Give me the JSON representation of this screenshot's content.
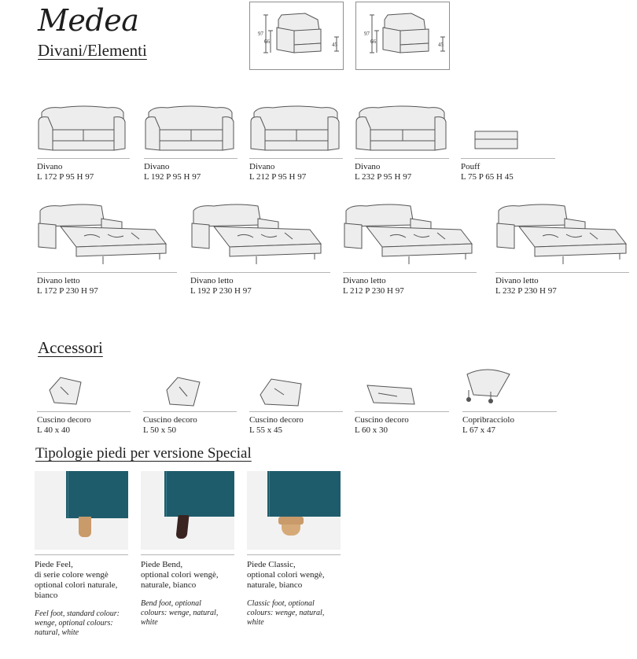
{
  "header": {
    "brand": "Medea",
    "section_title": "Divani/Elementi"
  },
  "elements": {
    "dimensions": [
      {
        "h_total": "97",
        "h_seat": "66",
        "depth_mark": "45"
      },
      {
        "h_total": "97",
        "h_seat": "66",
        "depth_mark": "45"
      }
    ]
  },
  "sofas": [
    {
      "name": "Divano",
      "dims": "L 172 P 95 H 97"
    },
    {
      "name": "Divano",
      "dims": "L 192 P 95 H 97"
    },
    {
      "name": "Divano",
      "dims": "L 212 P 95 H 97"
    },
    {
      "name": "Divano",
      "dims": "L 232 P 95 H 97"
    },
    {
      "name": "Pouff",
      "dims": "L 75 P 65 H 45"
    }
  ],
  "sofa_beds": [
    {
      "name": "Divano letto",
      "dims": "L 172 P 230 H 97"
    },
    {
      "name": "Divano letto",
      "dims": "L 192 P 230 H 97"
    },
    {
      "name": "Divano letto",
      "dims": "L 212 P 230 H 97"
    },
    {
      "name": "Divano letto",
      "dims": "L 232 P 230 H 97"
    }
  ],
  "accessories": {
    "title": "Accessori",
    "items": [
      {
        "name": "Cuscino decoro",
        "dims": "L 40 x 40"
      },
      {
        "name": "Cuscino decoro",
        "dims": "L 50 x 50"
      },
      {
        "name": "Cuscino decoro",
        "dims": "L 55 x 45"
      },
      {
        "name": "Cuscino decoro",
        "dims": "L 60 x 30"
      },
      {
        "name": "Copribracciolo",
        "dims": "L 67 x 47"
      }
    ]
  },
  "feet": {
    "title": "Tipologie piedi per versione Special",
    "fabric_color": "#1f5c6b",
    "items": [
      {
        "lines": [
          "Piede Feel,",
          "di serie colore wengè",
          "optional colori naturale,",
          "bianco"
        ],
        "english": [
          "Feel foot, standard colour:",
          "wenge, optional colours:",
          "natural, white"
        ]
      },
      {
        "lines": [
          "Piede Bend,",
          "optional colori wengè,",
          "naturale, bianco"
        ],
        "english": [
          "Bend foot, optional",
          "colours: wenge, natural,",
          "white"
        ]
      },
      {
        "lines": [
          "Piede Classic,",
          "optional colori wengè,",
          "naturale, bianco"
        ],
        "english": [
          "Classic foot, optional",
          "colours: wenge, natural,",
          "white"
        ]
      }
    ]
  }
}
